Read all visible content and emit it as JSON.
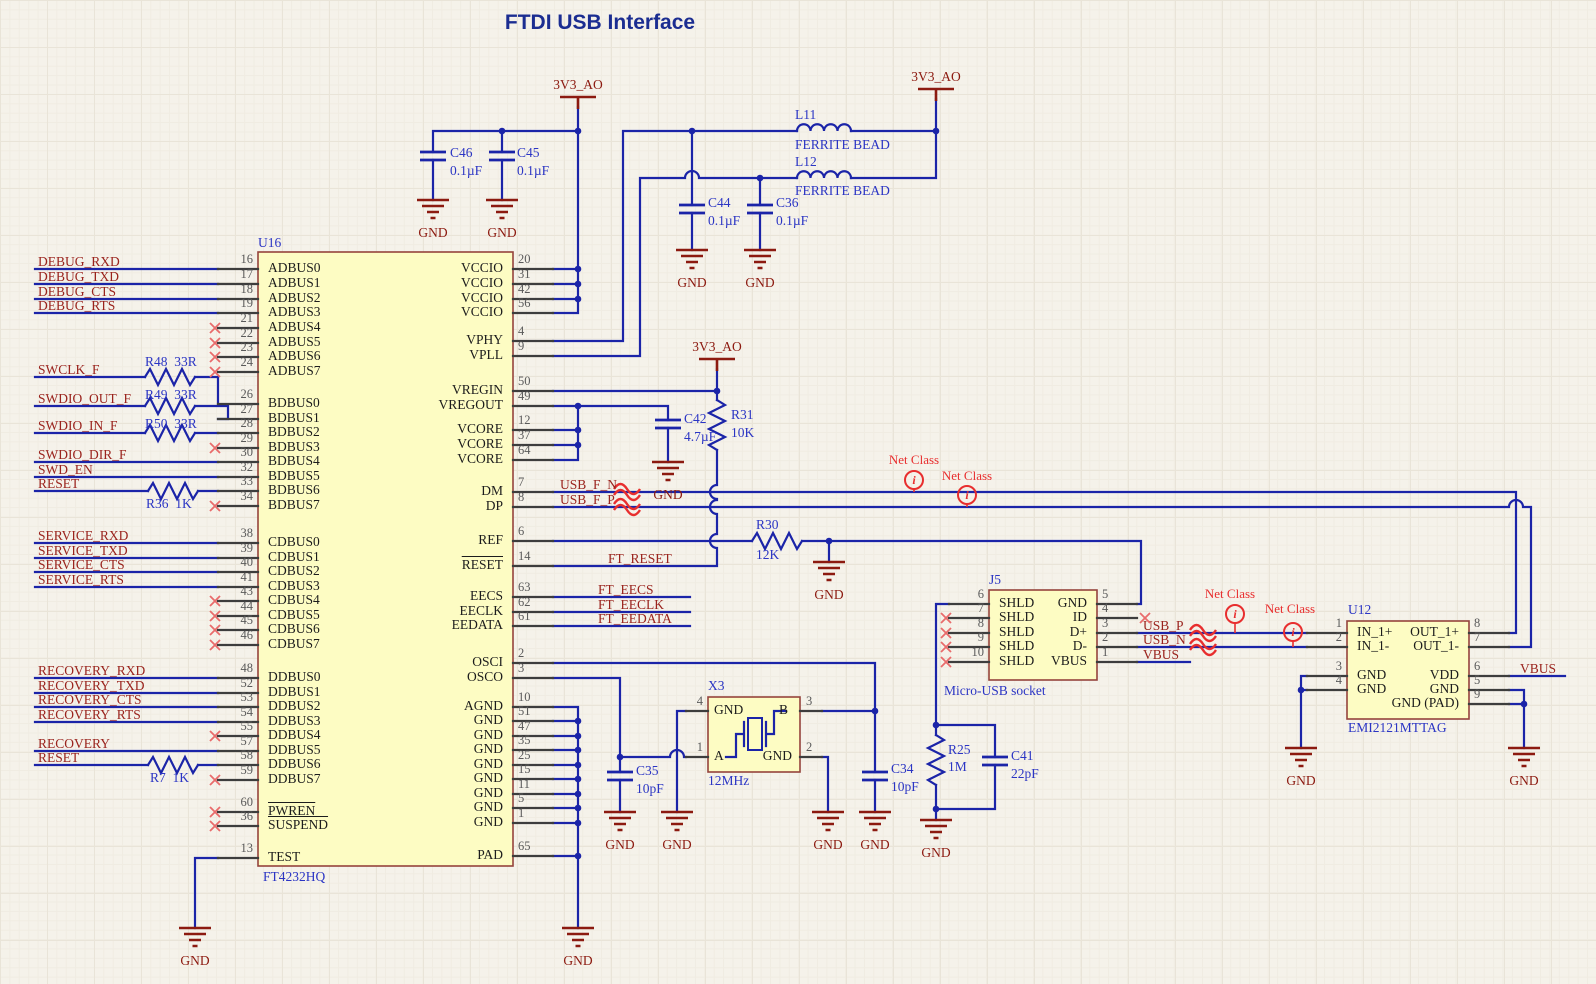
{
  "title": "FTDI USB Interface",
  "colors": {
    "wire": "#1b24a8",
    "pin_stub": "#3d3d3d",
    "pin_name": "#1c1c1c",
    "pin_number": "#5a5a5a",
    "net_label": "#9a231d",
    "power": "#8c1a10",
    "designator": "#2b35c4",
    "net_class": "#e82e2e",
    "component_fill": "#fdfcc3",
    "component_border": "#95443c",
    "background": "#f5f2ea"
  },
  "u16": {
    "designator": "U16",
    "part": "FT4232HQ",
    "left_pins": [
      {
        "num": "16",
        "name": "ADBUS0"
      },
      {
        "num": "17",
        "name": "ADBUS1"
      },
      {
        "num": "18",
        "name": "ADBUS2"
      },
      {
        "num": "19",
        "name": "ADBUS3"
      },
      {
        "num": "21",
        "name": "ADBUS4",
        "nc": true
      },
      {
        "num": "22",
        "name": "ADBUS5",
        "nc": true
      },
      {
        "num": "23",
        "name": "ADBUS6",
        "nc": true
      },
      {
        "num": "24",
        "name": "ADBUS7",
        "nc": true
      },
      {
        "num": "26",
        "name": "BDBUS0"
      },
      {
        "num": "27",
        "name": "BDBUS1"
      },
      {
        "num": "28",
        "name": "BDBUS2"
      },
      {
        "num": "29",
        "name": "BDBUS3",
        "nc": true
      },
      {
        "num": "30",
        "name": "BDBUS4"
      },
      {
        "num": "32",
        "name": "BDBUS5"
      },
      {
        "num": "33",
        "name": "BDBUS6"
      },
      {
        "num": "34",
        "name": "BDBUS7",
        "nc": true
      },
      {
        "num": "38",
        "name": "CDBUS0"
      },
      {
        "num": "39",
        "name": "CDBUS1"
      },
      {
        "num": "40",
        "name": "CDBUS2"
      },
      {
        "num": "41",
        "name": "CDBUS3"
      },
      {
        "num": "43",
        "name": "CDBUS4",
        "nc": true
      },
      {
        "num": "44",
        "name": "CDBUS5",
        "nc": true
      },
      {
        "num": "45",
        "name": "CDBUS6",
        "nc": true
      },
      {
        "num": "46",
        "name": "CDBUS7",
        "nc": true
      },
      {
        "num": "48",
        "name": "DDBUS0"
      },
      {
        "num": "52",
        "name": "DDBUS1"
      },
      {
        "num": "53",
        "name": "DDBUS2"
      },
      {
        "num": "54",
        "name": "DDBUS3"
      },
      {
        "num": "55",
        "name": "DDBUS4",
        "nc": true
      },
      {
        "num": "57",
        "name": "DDBUS5"
      },
      {
        "num": "58",
        "name": "DDBUS6"
      },
      {
        "num": "59",
        "name": "DDBUS7",
        "nc": true
      },
      {
        "num": "60",
        "name": "PWREN",
        "bar": true,
        "nc": true
      },
      {
        "num": "36",
        "name": "SUSPEND",
        "bar": true,
        "nc": true
      },
      {
        "num": "13",
        "name": "TEST"
      }
    ],
    "right_pins": [
      {
        "num": "20",
        "name": "VCCIO"
      },
      {
        "num": "31",
        "name": "VCCIO"
      },
      {
        "num": "42",
        "name": "VCCIO"
      },
      {
        "num": "56",
        "name": "VCCIO"
      },
      {
        "num": "4",
        "name": "VPHY"
      },
      {
        "num": "9",
        "name": "VPLL"
      },
      {
        "num": "50",
        "name": "VREGIN"
      },
      {
        "num": "49",
        "name": "VREGOUT"
      },
      {
        "num": "12",
        "name": "VCORE"
      },
      {
        "num": "37",
        "name": "VCORE"
      },
      {
        "num": "64",
        "name": "VCORE"
      },
      {
        "num": "7",
        "name": "DM"
      },
      {
        "num": "8",
        "name": "DP"
      },
      {
        "num": "6",
        "name": "REF"
      },
      {
        "num": "14",
        "name": "RESET",
        "bar": true
      },
      {
        "num": "63",
        "name": "EECS"
      },
      {
        "num": "62",
        "name": "EECLK"
      },
      {
        "num": "61",
        "name": "EEDATA"
      },
      {
        "num": "2",
        "name": "OSCI"
      },
      {
        "num": "3",
        "name": "OSCO"
      },
      {
        "num": "10",
        "name": "AGND"
      },
      {
        "num": "51",
        "name": "GND"
      },
      {
        "num": "47",
        "name": "GND"
      },
      {
        "num": "35",
        "name": "GND"
      },
      {
        "num": "25",
        "name": "GND"
      },
      {
        "num": "15",
        "name": "GND"
      },
      {
        "num": "11",
        "name": "GND"
      },
      {
        "num": "5",
        "name": "GND"
      },
      {
        "num": "1",
        "name": "GND"
      },
      {
        "num": "65",
        "name": "PAD"
      }
    ]
  },
  "j5": {
    "designator": "J5",
    "note": "Micro-USB socket",
    "left_pins": [
      {
        "num": "6",
        "name": "SHLD"
      },
      {
        "num": "7",
        "name": "SHLD",
        "nc": true
      },
      {
        "num": "8",
        "name": "SHLD",
        "nc": true
      },
      {
        "num": "9",
        "name": "SHLD",
        "nc": true
      },
      {
        "num": "10",
        "name": "SHLD",
        "nc": true
      }
    ],
    "right_pins": [
      {
        "num": "5",
        "name": "GND"
      },
      {
        "num": "4",
        "name": "ID",
        "nc": true
      },
      {
        "num": "3",
        "name": "D+"
      },
      {
        "num": "2",
        "name": "D-"
      },
      {
        "num": "1",
        "name": "VBUS"
      }
    ]
  },
  "u12": {
    "designator": "U12",
    "part": "EMI2121MTTAG",
    "left_pins": [
      {
        "num": "1",
        "name": "IN_1+"
      },
      {
        "num": "2",
        "name": "IN_1-"
      },
      {
        "num": "3",
        "name": "GND"
      },
      {
        "num": "4",
        "name": "GND"
      }
    ],
    "right_pins": [
      {
        "num": "8",
        "name": "OUT_1+"
      },
      {
        "num": "7",
        "name": "OUT_1-"
      },
      {
        "num": "6",
        "name": "VDD"
      },
      {
        "num": "5",
        "name": "GND"
      },
      {
        "num": "9",
        "name": "GND (PAD)"
      }
    ]
  },
  "x3": {
    "designator": "X3",
    "value": "12MHz",
    "pins": [
      {
        "num": "4",
        "name": "GND"
      },
      {
        "num": "1",
        "name": "A"
      },
      {
        "num": "3",
        "name": "B"
      },
      {
        "num": "2",
        "name": "GND"
      }
    ]
  },
  "passives": [
    {
      "ref": "C46",
      "value": "0.1µF"
    },
    {
      "ref": "C45",
      "value": "0.1µF"
    },
    {
      "ref": "C44",
      "value": "0.1µF"
    },
    {
      "ref": "C36",
      "value": "0.1µF"
    },
    {
      "ref": "C42",
      "value": "4.7µF"
    },
    {
      "ref": "C35",
      "value": "10pF"
    },
    {
      "ref": "C34",
      "value": "10pF"
    },
    {
      "ref": "C41",
      "value": "22pF"
    },
    {
      "ref": "R48",
      "value": "33R"
    },
    {
      "ref": "R49",
      "value": "33R"
    },
    {
      "ref": "R50",
      "value": "33R"
    },
    {
      "ref": "R36",
      "value": "1K"
    },
    {
      "ref": "R7",
      "value": "1K"
    },
    {
      "ref": "R31",
      "value": "10K"
    },
    {
      "ref": "R30",
      "value": "12K"
    },
    {
      "ref": "R25",
      "value": "1M"
    },
    {
      "ref": "L11",
      "value": "FERRITE BEAD"
    },
    {
      "ref": "L12",
      "value": "FERRITE BEAD"
    }
  ],
  "nets": {
    "left": [
      "DEBUG_RXD",
      "DEBUG_TXD",
      "DEBUG_CTS",
      "DEBUG_RTS",
      "SWCLK_F",
      "SWDIO_OUT_F",
      "SWDIO_IN_F",
      "SWDIO_DIR_F",
      "SWD_EN",
      "RESET",
      "SERVICE_RXD",
      "SERVICE_TXD",
      "SERVICE_CTS",
      "SERVICE_RTS",
      "RECOVERY_RXD",
      "RECOVERY_TXD",
      "RECOVERY_CTS",
      "RECOVERY_RTS",
      "RECOVERY",
      "RESET"
    ],
    "middle": [
      "USB_F_N",
      "USB_F_P",
      "FT_RESET",
      "FT_EECS",
      "FT_EECLK",
      "FT_EEDATA"
    ],
    "right": [
      "USB_P",
      "USB_N",
      "VBUS",
      "VBUS"
    ],
    "power": "3V3_AO",
    "ground": "GND",
    "net_class": "Net Class",
    "net_class_glyph": "i"
  }
}
